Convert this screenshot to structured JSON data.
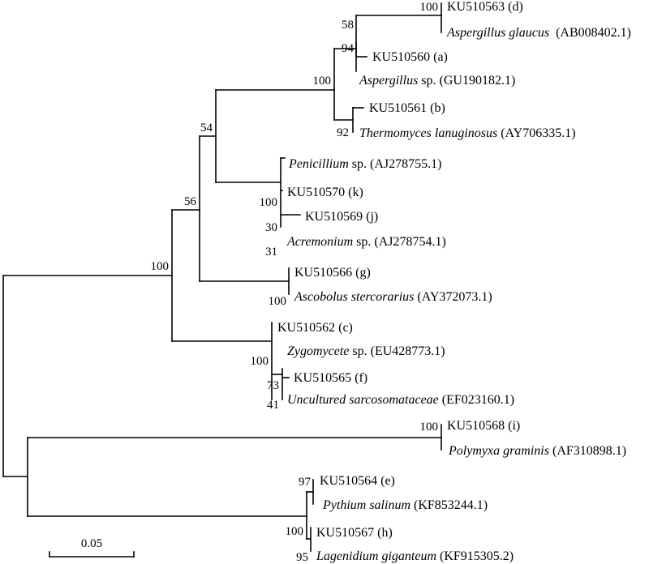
{
  "taxa": [
    {
      "italic": "",
      "plain": "KU510563 (d)"
    },
    {
      "italic": "Aspergillus glaucus",
      "plain": "  (AB008402.1)"
    },
    {
      "italic": "",
      "plain": "KU510560 (a)"
    },
    {
      "italic": "Aspergillus",
      "plain": " sp. (GU190182.1)"
    },
    {
      "italic": "",
      "plain": "KU510561 (b)"
    },
    {
      "italic": "Thermomyces lanuginosus",
      "plain": " (AY706335.1)"
    },
    {
      "italic": "Penicillium",
      "plain": " sp. (AJ278755.1)"
    },
    {
      "italic": "",
      "plain": "KU510570 (k)"
    },
    {
      "italic": "",
      "plain": "KU510569 (j)"
    },
    {
      "italic": "Acremonium",
      "plain": " sp. (AJ278754.1)"
    },
    {
      "italic": "",
      "plain": "KU510566 (g)"
    },
    {
      "italic": "Ascobolus stercorarius",
      "plain": " (AY372073.1)"
    },
    {
      "italic": "",
      "plain": "KU510562 (c)"
    },
    {
      "italic": "Zygomycete",
      "plain": " sp. (EU428773.1)"
    },
    {
      "italic": "",
      "plain": "KU510565 (f)"
    },
    {
      "italic": "Uncultured sarcosomataceae",
      "plain": " (EF023160.1)"
    },
    {
      "italic": "",
      "plain": "KU510568 (i)"
    },
    {
      "italic": "Polymyxa graminis",
      "plain": " (AF310898.1)"
    },
    {
      "italic": "",
      "plain": "KU510564 (e)"
    },
    {
      "italic": "Pythium salinum",
      "plain": " (KF853244.1)"
    },
    {
      "italic": "",
      "plain": "KU510567 (h)"
    },
    {
      "italic": "Lagenidium giganteum",
      "plain": " (KF915305.2)"
    }
  ],
  "bootstrap": [
    "100",
    "58",
    "94",
    "100",
    "92",
    "54",
    "56",
    "100",
    "100",
    "30",
    "31",
    "100",
    "100",
    "73",
    "41",
    "100",
    "97",
    "100",
    "95"
  ],
  "scale_bar": {
    "label": "0.05"
  }
}
